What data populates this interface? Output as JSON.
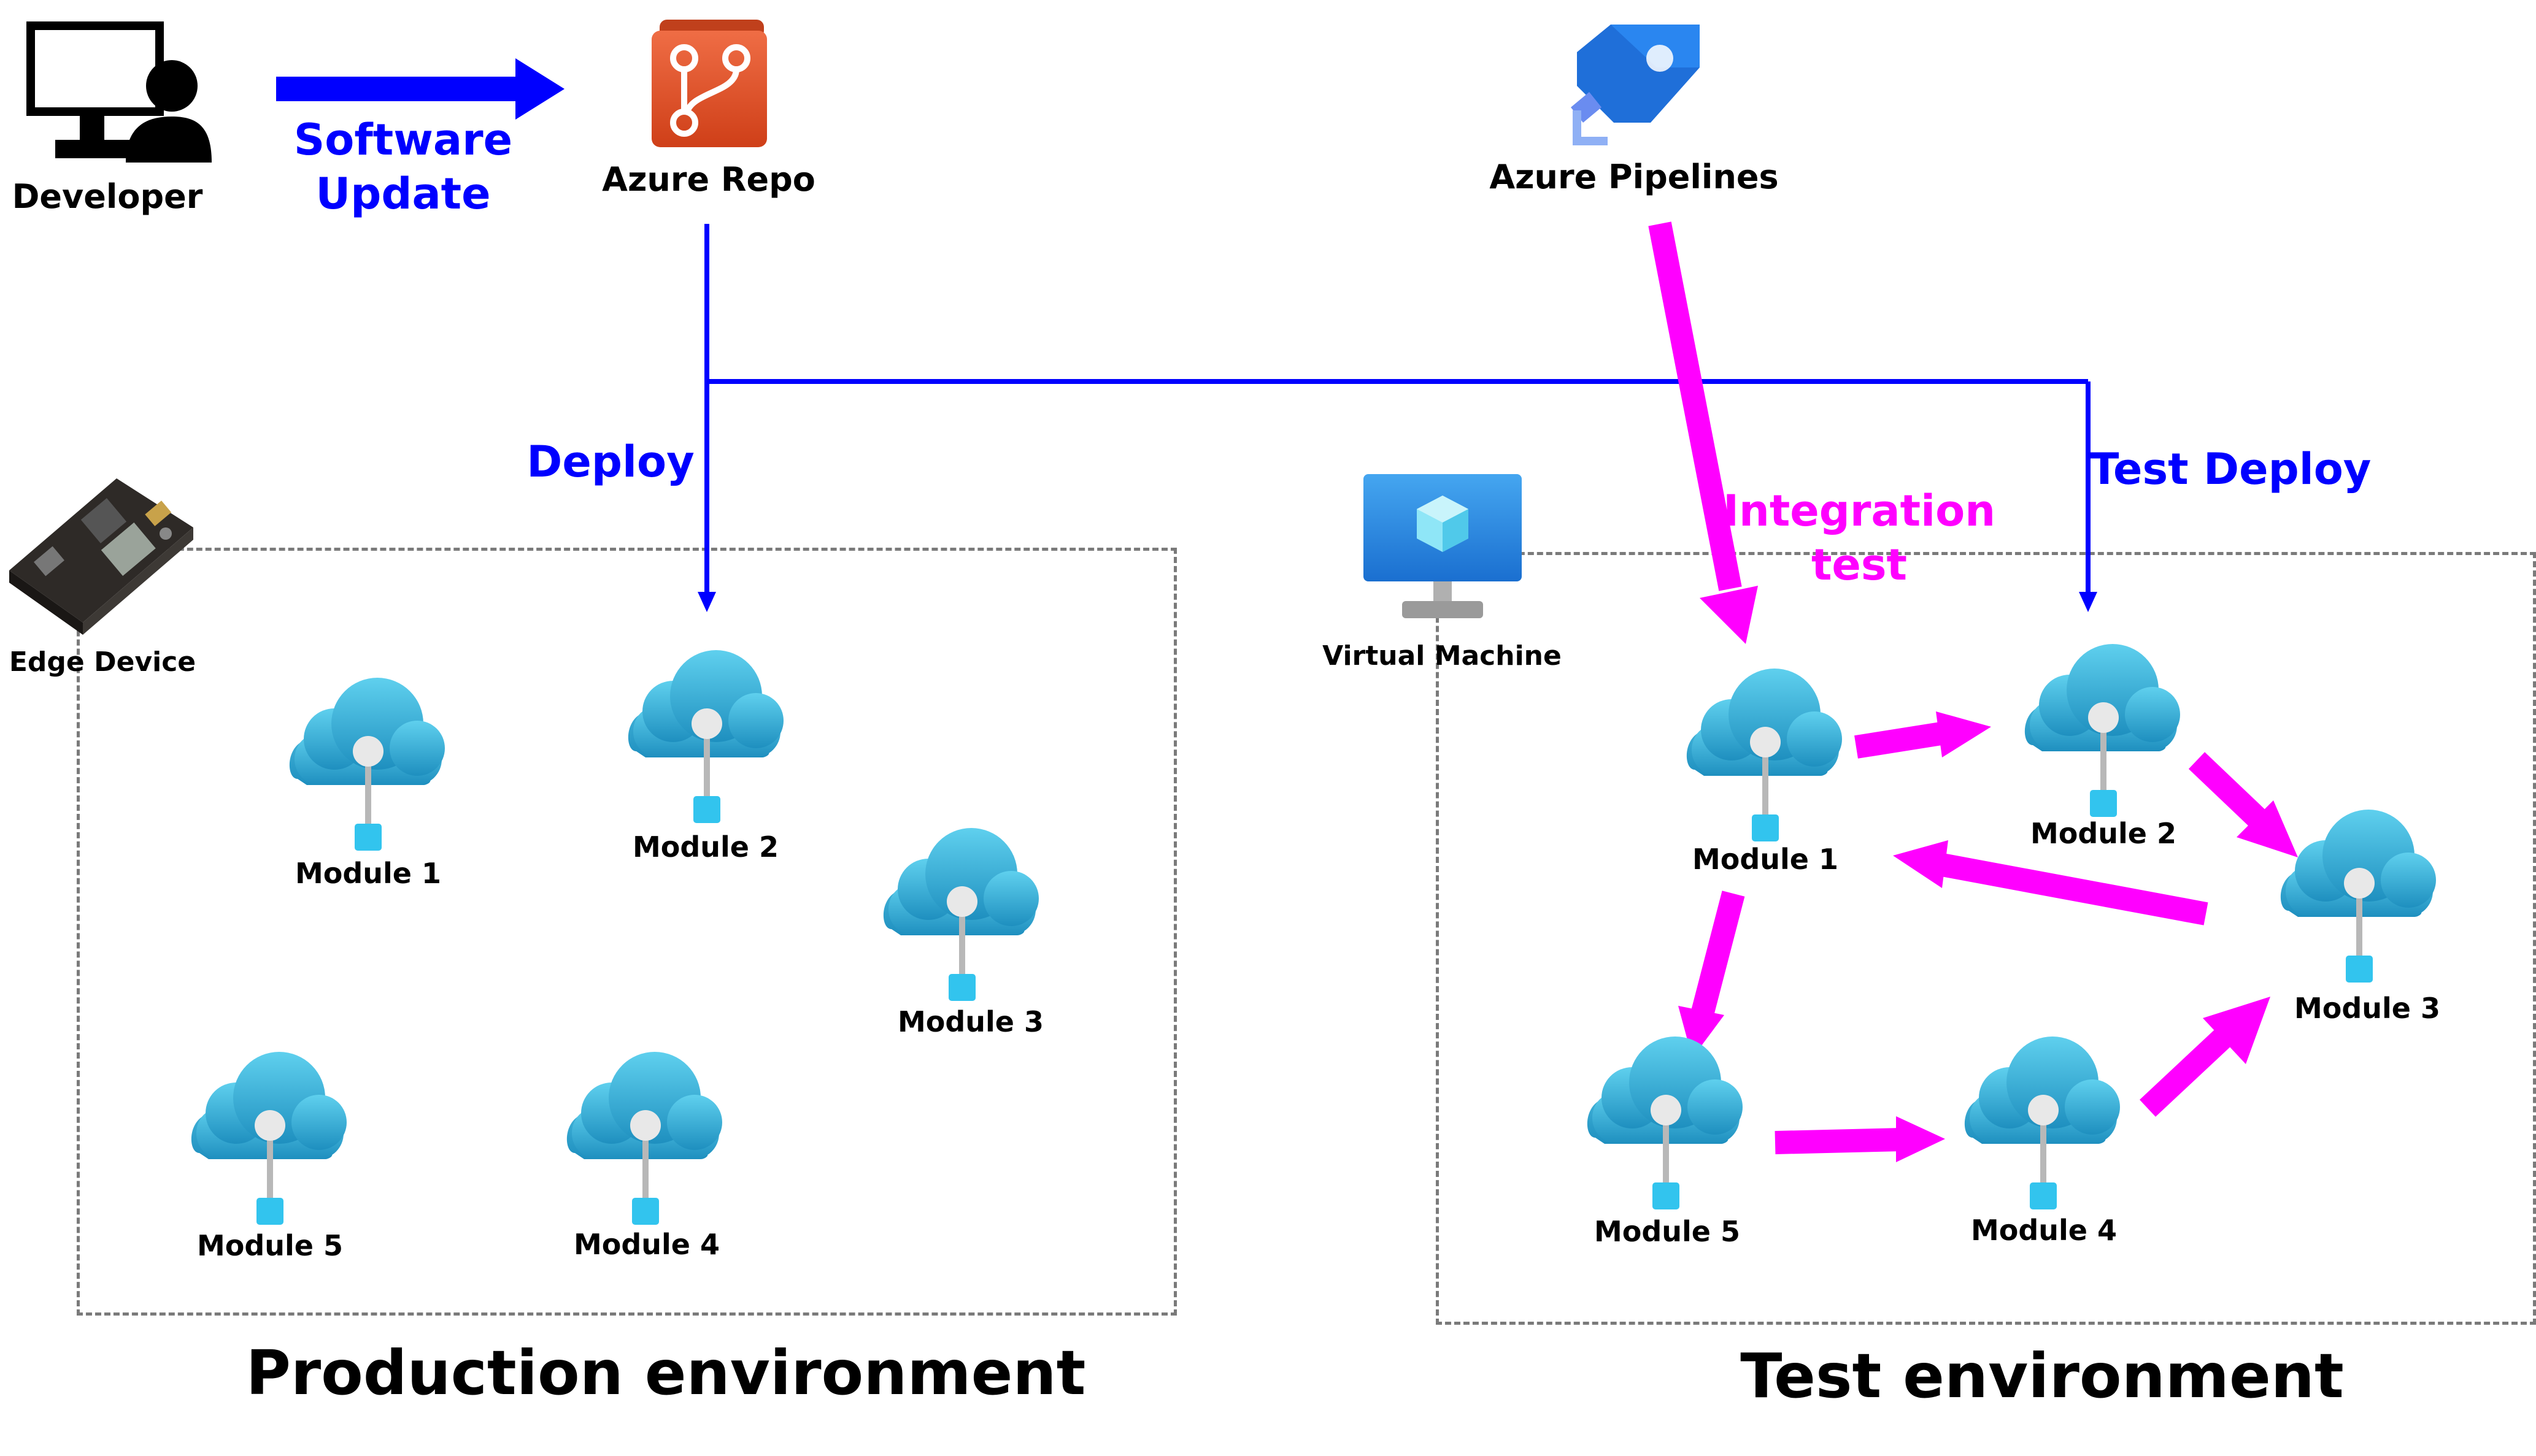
{
  "actors": {
    "developer": "Developer",
    "azure_repo": "Azure Repo",
    "azure_pipelines": "Azure Pipelines",
    "edge_device": "Edge Device",
    "virtual_machine": "Virtual Machine"
  },
  "flows": {
    "software_update": [
      "Software",
      "Update"
    ],
    "deploy": "Deploy",
    "test_deploy": "Test Deploy",
    "integration_test": [
      "Integration",
      "test"
    ]
  },
  "environments": {
    "production": "Production environment",
    "test": "Test environment"
  },
  "production_modules": [
    "Module 1",
    "Module 2",
    "Module 3",
    "Module 5",
    "Module 4"
  ],
  "test_modules": [
    "Module 1",
    "Module 2",
    "Module 3",
    "Module 5",
    "Module 4"
  ],
  "colors": {
    "blue_flow": "#0000ff",
    "magenta_flow": "#ff00ff",
    "cloud_top": "#5fd0ee",
    "cloud_bottom": "#1e8fbf",
    "repo_orange": "#e8502a",
    "pipelines_blue": "#1f6fd9",
    "vm_blue": "#2b8de6",
    "dashed_border": "#7a7a7a"
  },
  "icons": [
    "developer-icon",
    "azure-repo-icon",
    "azure-pipelines-icon",
    "edge-device-icon",
    "virtual-machine-icon",
    "iot-module-cloud-icon"
  ]
}
